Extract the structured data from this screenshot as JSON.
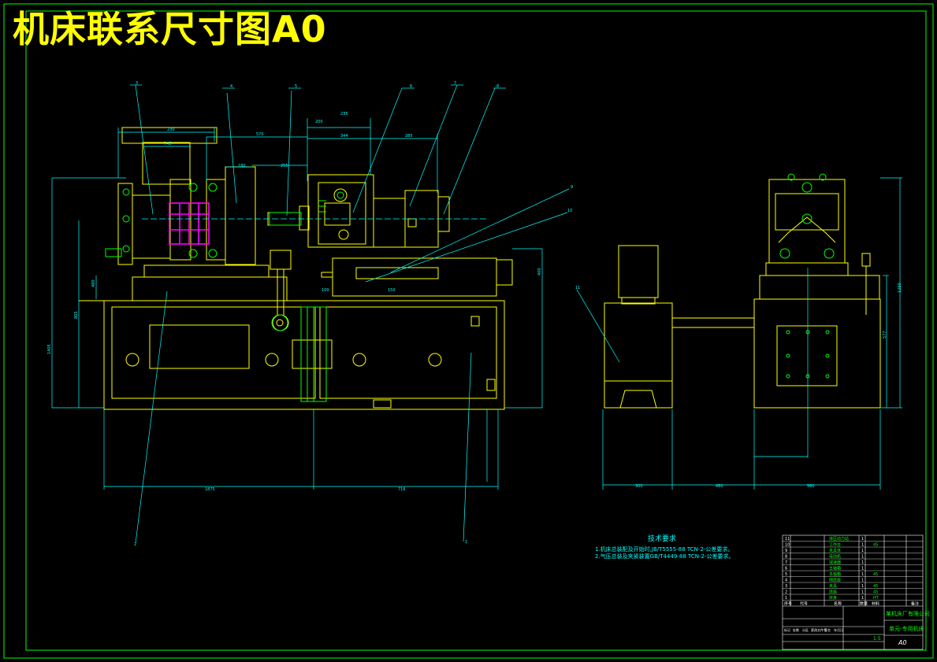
{
  "title": "机床联系尺寸图A0",
  "technical_requirements": {
    "heading": "技术要求",
    "lines": [
      "1.机床总装配及开始时,JB/T5555-88 TCN-2-公差要求。",
      "2.气压总装及夹紧装置GB/T4449-88 TCN-2-公差要求。"
    ]
  },
  "title_block": {
    "drawing_name": "单元-专用机床",
    "company": "某机床厂有限公司",
    "sheet_size": "A0",
    "scale": "1:5",
    "header_cols": [
      "序号",
      "代号",
      "名称",
      "数量",
      "材料",
      "备注"
    ],
    "sig_labels": [
      "标记",
      "处数",
      "分区",
      "更改文件号",
      "签名",
      "年月日"
    ],
    "parts": [
      {
        "no": "11",
        "name": "液压动力站",
        "qty": "1",
        "mat": ""
      },
      {
        "no": "10",
        "name": "工作台",
        "qty": "1",
        "mat": "45"
      },
      {
        "no": "9",
        "name": "夹具体",
        "qty": "1",
        "mat": ""
      },
      {
        "no": "8",
        "name": "电动机",
        "qty": "1",
        "mat": ""
      },
      {
        "no": "7",
        "name": "减速器",
        "qty": "1",
        "mat": ""
      },
      {
        "no": "6",
        "name": "主轴箱",
        "qty": "1",
        "mat": ""
      },
      {
        "no": "5",
        "name": "多轴箱",
        "qty": "1",
        "mat": "45"
      },
      {
        "no": "4",
        "name": "侧底座",
        "qty": "1",
        "mat": ""
      },
      {
        "no": "3",
        "name": "夹具",
        "qty": "1",
        "mat": "45"
      },
      {
        "no": "2",
        "name": "底座",
        "qty": "1",
        "mat": "45"
      },
      {
        "no": "1",
        "name": "床身",
        "qty": "1",
        "mat": "HT"
      }
    ]
  },
  "callouts": [
    "1",
    "2",
    "3",
    "4",
    "5",
    "6",
    "7",
    "8",
    "9",
    "10",
    "11"
  ],
  "dimensions": {
    "front_bottom": [
      "1875",
      "716"
    ],
    "side_bottom": [
      "300",
      "480",
      "560"
    ],
    "left_vertical": [
      "805",
      "1405",
      "480"
    ],
    "right_vertical": [
      "577",
      "1260",
      "400"
    ],
    "top_chain": [
      "230",
      "745",
      "570",
      "344",
      "285",
      "180",
      "255"
    ],
    "detail": [
      "235",
      "200",
      "150",
      "100"
    ]
  },
  "colors": {
    "background": "#000000",
    "frame": "#00ff00",
    "main_lines": "#ffff00",
    "dim_lines": "#00ffff",
    "highlight": "#ff00ff",
    "text_white": "#ffffff"
  }
}
